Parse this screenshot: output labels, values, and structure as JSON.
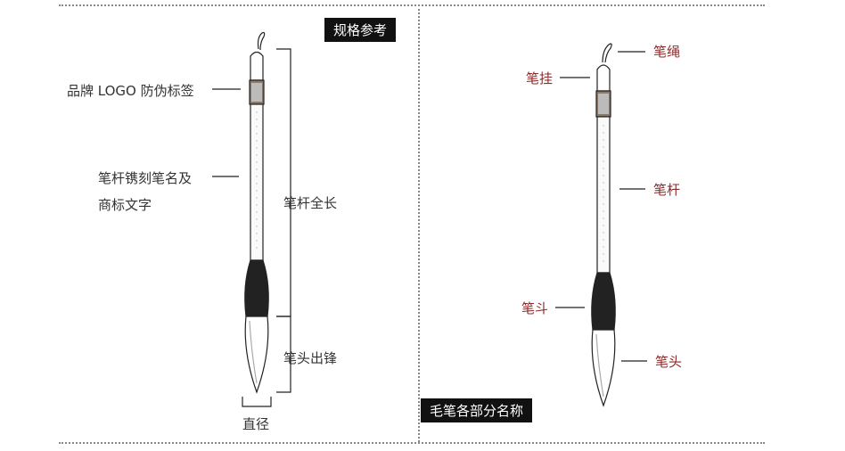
{
  "left_panel": {
    "badge": "规格参考",
    "labels": {
      "brand_logo": "品牌 LOGO 防伪标签",
      "engraving_line1": "笔杆镌刻笔名及",
      "engraving_line2": "商标文字",
      "shaft_length": "笔杆全长",
      "tip_length": "笔头出锋",
      "diameter": "直径"
    }
  },
  "right_panel": {
    "badge": "毛笔各部分名称",
    "labels": {
      "rope": "笔绳",
      "hanger": "笔挂",
      "shaft": "笔杆",
      "ferrule": "笔斗",
      "head": "笔头"
    }
  },
  "colors": {
    "label_red": "#8b2a2a",
    "badge_bg": "#111111"
  }
}
